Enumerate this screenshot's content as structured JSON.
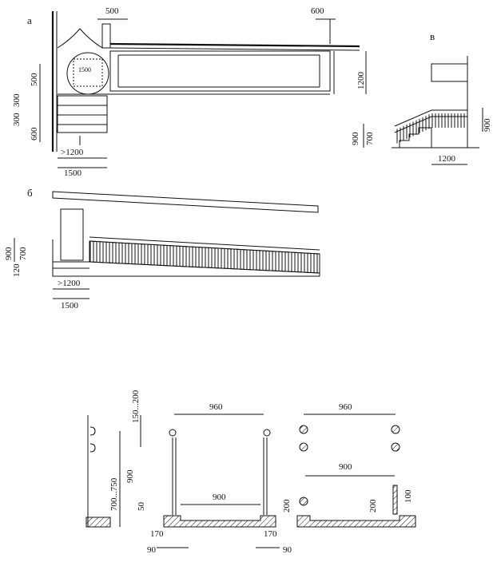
{
  "figure": {
    "panel_a": {
      "label": "а",
      "dims": {
        "top_500": "500",
        "top_600": "600",
        "circle": "1500",
        "left_500": "500",
        "left_300a": "300",
        "left_300b": "300",
        "left_600": "600",
        "ramp_1200": "1200",
        "gt1200": ">1200",
        "w1500": "1500"
      }
    },
    "panel_b": {
      "label": "б",
      "dims": {
        "h900": "900",
        "h700": "700",
        "h120": "120",
        "gt1200": ">1200",
        "w1500": "1500"
      }
    },
    "panel_v": {
      "label": "в",
      "dims": {
        "h900_left": "900",
        "h700": "700",
        "h900_right": "900",
        "w1200": "1200"
      }
    },
    "bottom": {
      "left": {
        "d150_200": "150...200",
        "d900": "900",
        "d700_750": "700...750",
        "d50": "50"
      },
      "middle": {
        "d960": "960",
        "d900": "900",
        "d170a": "170",
        "d170b": "170",
        "d90a": "90",
        "d90b": "90"
      },
      "right": {
        "d960": "960",
        "d900": "900",
        "d200a": "200",
        "d200b": "200",
        "d100": "100"
      }
    }
  }
}
